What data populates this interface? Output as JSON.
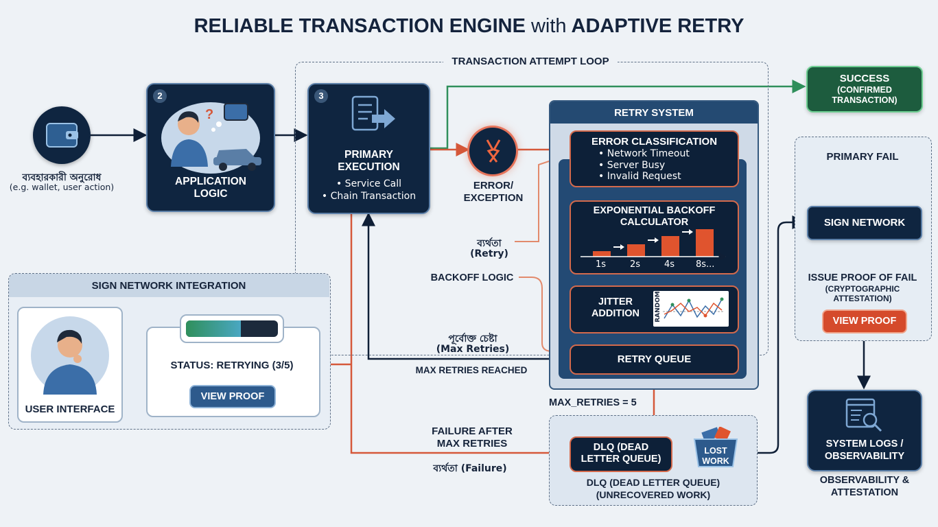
{
  "title": {
    "main": "RELIABLE TRANSACTION ENGINE",
    "with": "with",
    "tail": "ADAPTIVE RETRY"
  },
  "loop_label": "TRANSACTION ATTEMPT LOOP",
  "user_request": {
    "label": "ব্যবহারকারী অনুরোধ",
    "sub": "(e.g. wallet, user action)"
  },
  "app_logic": {
    "step": "2",
    "label": "APPLICATION LOGIC"
  },
  "primary": {
    "step": "3",
    "label": "PRIMARY EXECUTION",
    "items": [
      "• Service Call",
      "• Chain Transaction"
    ]
  },
  "success": {
    "label": "SUCCESS",
    "sub": "(CONFIRMED TRANSACTION)"
  },
  "error": {
    "label": "ERROR/ EXCEPTION"
  },
  "retry_system": {
    "title": "RETRY SYSTEM",
    "classification": {
      "title": "ERROR CLASSIFICATION",
      "items": [
        "• Network Timeout",
        "• Server Busy",
        "• Invalid Request"
      ]
    },
    "backoff": {
      "title": "EXPONENTIAL BACKOFF CALCULATOR",
      "ticks": [
        "1s",
        "2s",
        "4s",
        "8s..."
      ]
    },
    "jitter": {
      "title": "JITTER ADDITION",
      "axis": "RANDOM"
    },
    "queue": "RETRY QUEUE"
  },
  "edge_labels": {
    "retry_bn": "ব্যর্থতা",
    "retry_en": "(Retry)",
    "backoff_logic": "BACKOFF LOGIC",
    "prev_attempt_bn": "পূর্বোক্ত চেষ্টা",
    "max_retries_en": "(Max Retries)",
    "max_reached": "MAX RETRIES REACHED",
    "max_retries_eq": "MAX_RETRIES = 5",
    "failure_after_1": "FAILURE AFTER",
    "failure_after_2": "MAX RETRIES",
    "failure_bn": "ব্যর্থতা (Failure)"
  },
  "dlq": {
    "box": "DLQ (DEAD LETTER QUEUE)",
    "lost": "LOST WORK",
    "caption": "DLQ (DEAD LETTER QUEUE) (UNRECOVERED WORK)"
  },
  "sign_integration": {
    "title": "SIGN NETWORK INTEGRATION",
    "user_interface": "USER INTERFACE",
    "status": "STATUS: RETRYING (3/5)",
    "view_proof": "VIEW PROOF",
    "progress": 0.6
  },
  "right": {
    "primary_fail": "PRIMARY FAIL",
    "sign_network": "SIGN NETWORK",
    "issue_proof": "ISSUE PROOF OF FAIL",
    "issue_sub": "(CRYPTOGRAPHIC ATTESTATION)",
    "view_proof": "VIEW PROOF",
    "logs": "SYSTEM LOGS / OBSERVABILITY",
    "observability": "OBSERVABILITY & ATTESTATION"
  },
  "colors": {
    "navy": "#0f2540",
    "accent_orange": "#e0542e",
    "success_green": "#1e7a4c",
    "retry_panel": "#244a72"
  }
}
